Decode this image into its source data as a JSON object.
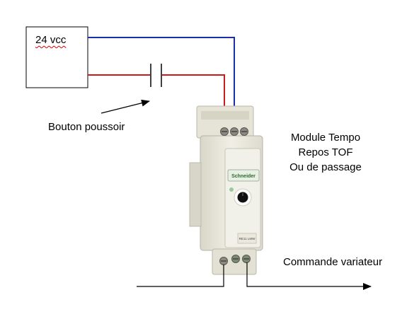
{
  "power_supply": {
    "label": "24 vcc"
  },
  "push_button": {
    "label": "Bouton poussoir"
  },
  "module": {
    "description_lines": [
      "Module Tempo",
      "Repos TOF",
      "Ou de passage"
    ],
    "brand_text": "Schneider",
    "model_text": "RE11\nLMW"
  },
  "output": {
    "label": "Commande variateur"
  },
  "colors": {
    "positive_wire": "#cc1a1a",
    "negative_wire": "#1a2ea8",
    "signal_wire": "#000000",
    "module_body": "#e8e6da",
    "module_face": "#f1f0e8"
  }
}
